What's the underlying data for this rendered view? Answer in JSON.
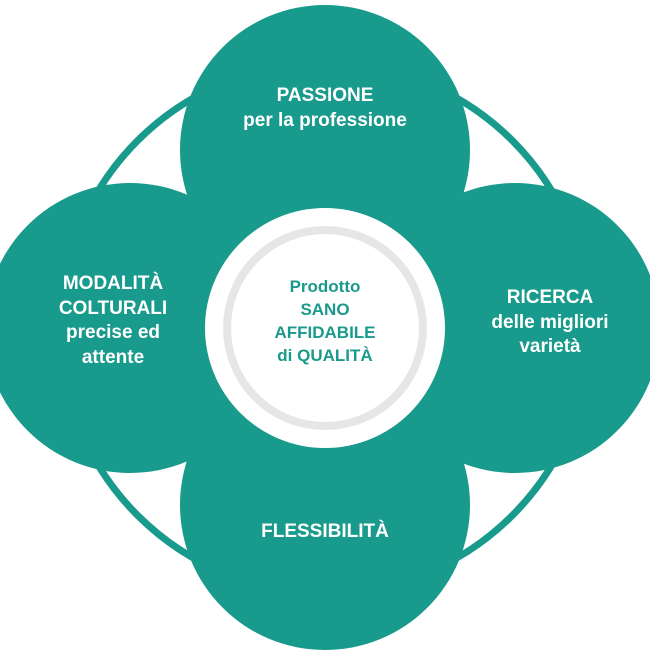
{
  "colors": {
    "petal": "#189a8c",
    "ring": "#189a8c",
    "center_fill": "#ffffff",
    "center_ring": "#e6e6e6",
    "center_text": "#1a9a8a",
    "petal_text": "#ffffff"
  },
  "petals": {
    "top": {
      "lines": [
        "PASSIONE",
        "per la professione"
      ]
    },
    "right": {
      "lines": [
        "RICERCA",
        "delle migliori",
        "varietà"
      ]
    },
    "bottom": {
      "lines": [
        "FLESSIBILITÀ"
      ]
    },
    "left": {
      "lines": [
        "MODALITÀ",
        "COLTURALI",
        "precise ed",
        "attente"
      ]
    }
  },
  "center": {
    "lines": [
      "Prodotto",
      "SANO",
      "AFFIDABILE",
      "di QUALITÀ"
    ]
  }
}
